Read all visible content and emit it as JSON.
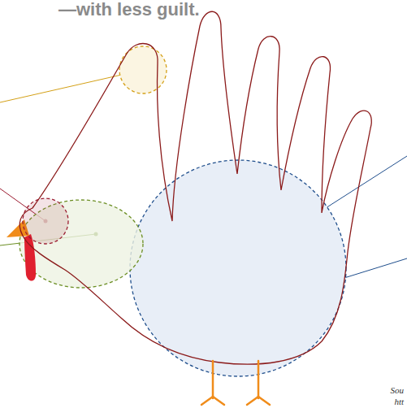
{
  "diagram": {
    "title": "—with less guilt.",
    "labels": [
      "Sou",
      "htt"
    ]
  }
}
